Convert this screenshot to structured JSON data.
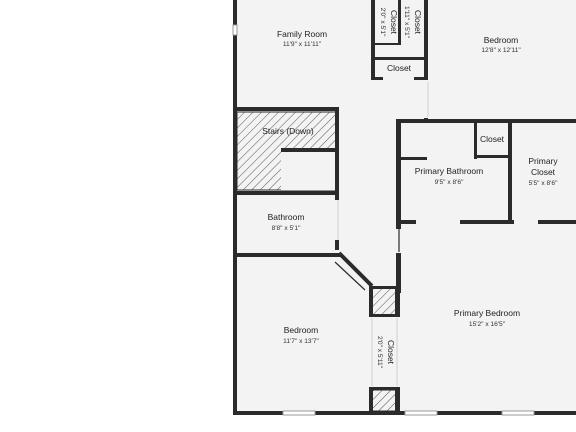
{
  "plan": {
    "rooms": {
      "family_room": {
        "name": "Family Room",
        "dim": "11'9\" x 11'11\""
      },
      "bedroom_top": {
        "name": "Bedroom",
        "dim": "12'8\" x 12'11\""
      },
      "closet_top_left": {
        "name": "Closet",
        "dim": "2'0\" x 5'1\""
      },
      "closet_top_right": {
        "name": "Closet",
        "dim": "1'11\" x 5'1\""
      },
      "closet_top_bottom": {
        "name": "Closet"
      },
      "stairs": {
        "name": "Stairs (Down)"
      },
      "closet_bath": {
        "name": "Closet"
      },
      "primary_bathroom": {
        "name": "Primary Bathroom",
        "dim": "9'5\" x 8'6\""
      },
      "primary_closet": {
        "name_line1": "Primary",
        "name_line2": "Closet",
        "dim": "5'5\" x 8'6\""
      },
      "bathroom": {
        "name": "Bathroom",
        "dim": "8'8\" x 5'1\""
      },
      "primary_bedroom": {
        "name": "Primary Bedroom",
        "dim": "15'2\" x 16'5\""
      },
      "bedroom_bottom": {
        "name": "Bedroom",
        "dim": "11'7\" x 13'7\""
      },
      "closet_bottom": {
        "name": "Closet",
        "dim": "2'0\" x 5'11\""
      }
    },
    "colors": {
      "wall": "#2b2b2b",
      "floor": "#f3f3f3",
      "background": "#ffffff"
    }
  }
}
